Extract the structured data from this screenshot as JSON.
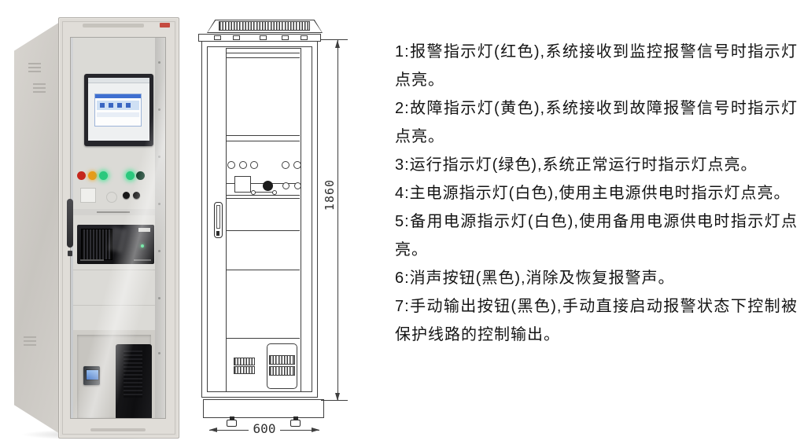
{
  "legend": {
    "items": [
      {
        "text": "1:报警指示灯(红色),系统接收到监控报警信号时指示灯点亮。"
      },
      {
        "text": "2:故障指示灯(黄色),系统接收到故障报警信号时指示灯点亮。"
      },
      {
        "text": "3:运行指示灯(绿色),系统正常运行时指示灯点亮。"
      },
      {
        "text": "4:主电源指示灯(白色),使用主电源供电时指示灯点亮。"
      },
      {
        "text": "5:备用电源指示灯(白色),使用备用电源供电时指示灯点亮。"
      },
      {
        "text": "6:消声按钮(黑色),消除及恢复报警声。"
      },
      {
        "text": "7:手动输出按钮(黑色),手动直接启动报警状态下控制被保护线路的控制输出。"
      }
    ]
  },
  "drawing": {
    "height_dimension": "1860",
    "width_dimension": "600"
  },
  "photo": {
    "indicator_lights": [
      {
        "name": "alarm-light",
        "color": "#c5271d"
      },
      {
        "name": "fault-light",
        "color": "#e79b17"
      },
      {
        "name": "run-light",
        "color": "#2bc87d"
      },
      {
        "name": "main-power-light",
        "color": "#2bc87d"
      },
      {
        "name": "backup-power-light",
        "color": "#17402e"
      }
    ],
    "status_led_color": "#35e07f",
    "software_window_accent": "#3f6fd0"
  }
}
